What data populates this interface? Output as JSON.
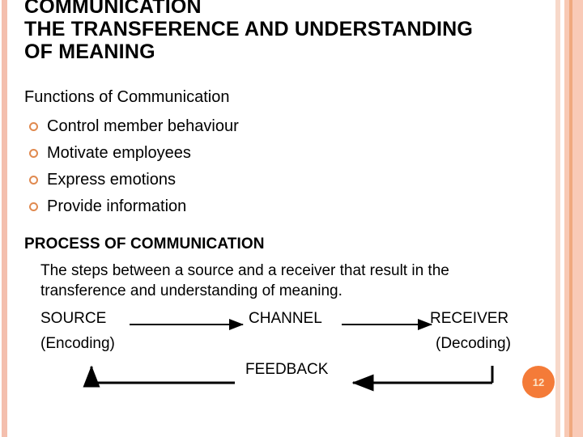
{
  "slide": {
    "page_number": "12",
    "accent_color": "#f47b38",
    "bullet_color": "#e08a50",
    "stripe_colors": {
      "left": "#f4bfae",
      "right_a": "#f7d8c9",
      "right_b": "#f8c9b4",
      "right_c": "#f0a97f",
      "right_d": "#f9cab7"
    },
    "background_color": "#ffffff",
    "text_color": "#000000"
  },
  "title": {
    "lines": [
      "COMMUNICATION",
      "THE TRANSFERENCE AND UNDERSTANDING",
      "OF MEANING"
    ]
  },
  "functions": {
    "heading": "Functions of Communication",
    "items": [
      "Control member behaviour",
      "Motivate employees",
      "Express emotions",
      "Provide information"
    ]
  },
  "process": {
    "heading": "PROCESS OF COMMUNICATION",
    "description": "The steps between a source and a receiver that result in the transference and understanding of meaning.",
    "diagram": {
      "source": "SOURCE",
      "channel": "CHANNEL",
      "receiver": "RECEIVER",
      "encoding": "(Encoding)",
      "decoding": "(Decoding)",
      "feedback": "FEEDBACK"
    }
  }
}
